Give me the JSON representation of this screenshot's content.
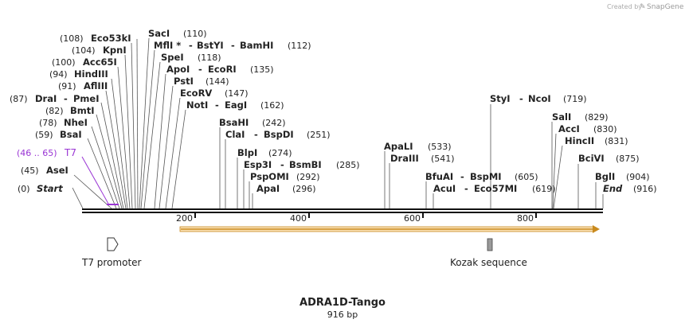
{
  "credit": {
    "prefix": "Created by",
    "brand": "SnapGene"
  },
  "map": {
    "title": "ADRA1D-Tango",
    "length_label": "916 bp",
    "length": 916
  },
  "ends": {
    "start": {
      "pos": "(0)",
      "name": "Start"
    },
    "end": {
      "pos": "(916)",
      "name": "End"
    }
  },
  "primer": {
    "range": "(46 .. 65)",
    "name": "T7",
    "color": "#9a35d4"
  },
  "sites": [
    {
      "id": "asei",
      "pos": "(45)",
      "name": "AseI"
    },
    {
      "id": "bsai",
      "pos": "(59)",
      "name": "BsaI"
    },
    {
      "id": "nhei",
      "pos": "(78)",
      "name": "NheI"
    },
    {
      "id": "bmti",
      "pos": "(82)",
      "name": "BmtI"
    },
    {
      "id": "dra1",
      "pos": "(87)",
      "name": "DraI",
      "name2": "PmeI"
    },
    {
      "id": "afliii",
      "pos": "(91)",
      "name": "AflIII"
    },
    {
      "id": "hindiii",
      "pos": "(94)",
      "name": "HindIII"
    },
    {
      "id": "acc65i",
      "pos": "(100)",
      "name": "Acc65I"
    },
    {
      "id": "kpni",
      "pos": "(104)",
      "name": "KpnI"
    },
    {
      "id": "eco53ki",
      "pos": "(108)",
      "name": "Eco53kI"
    },
    {
      "id": "saci",
      "pos": "(110)",
      "name": "SacI"
    },
    {
      "id": "mfli",
      "pos": "(112)",
      "name": "MflI *",
      "name2": "BstYI",
      "name3": "BamHI"
    },
    {
      "id": "spei",
      "pos": "(118)",
      "name": "SpeI"
    },
    {
      "id": "apoi",
      "pos": "(135)",
      "name": "ApoI",
      "name2": "EcoRI"
    },
    {
      "id": "psti",
      "pos": "(144)",
      "name": "PstI"
    },
    {
      "id": "ecorv",
      "pos": "(147)",
      "name": "EcoRV"
    },
    {
      "id": "noti",
      "pos": "(162)",
      "name": "NotI",
      "name2": "EagI"
    },
    {
      "id": "bsahi",
      "pos": "(242)",
      "name": "BsaHI"
    },
    {
      "id": "clai",
      "pos": "(251)",
      "name": "ClaI",
      "name2": "BspDI"
    },
    {
      "id": "blpi",
      "pos": "(274)",
      "name": "BlpI"
    },
    {
      "id": "esp3i",
      "pos": "(285)",
      "name": "Esp3I",
      "name2": "BsmBI"
    },
    {
      "id": "pspomi",
      "pos": "(292)",
      "name": "PspOMI"
    },
    {
      "id": "apai",
      "pos": "(296)",
      "name": "ApaI"
    },
    {
      "id": "apali",
      "pos": "(533)",
      "name": "ApaLI"
    },
    {
      "id": "draiii",
      "pos": "(541)",
      "name": "DraIII"
    },
    {
      "id": "bfuai",
      "pos": "(605)",
      "name": "BfuAI",
      "name2": "BspMI"
    },
    {
      "id": "acui",
      "pos": "(619)",
      "name": "AcuI",
      "name2": "Eco57MI"
    },
    {
      "id": "styi",
      "pos": "(719)",
      "name": "StyI",
      "name2": "NcoI"
    },
    {
      "id": "sali",
      "pos": "(829)",
      "name": "SalI"
    },
    {
      "id": "acci",
      "pos": "(830)",
      "name": "AccI"
    },
    {
      "id": "hincii",
      "pos": "(831)",
      "name": "HincII"
    },
    {
      "id": "bcivi",
      "pos": "(875)",
      "name": "BciVI"
    },
    {
      "id": "bgli",
      "pos": "(904)",
      "name": "BglI"
    }
  ],
  "ticks": [
    "200",
    "400",
    "600",
    "800"
  ],
  "features": {
    "t7_promoter": {
      "label": "T7 promoter"
    },
    "kozak": {
      "label": "Kozak sequence"
    },
    "orf": {
      "color": "#e8a33a"
    }
  }
}
